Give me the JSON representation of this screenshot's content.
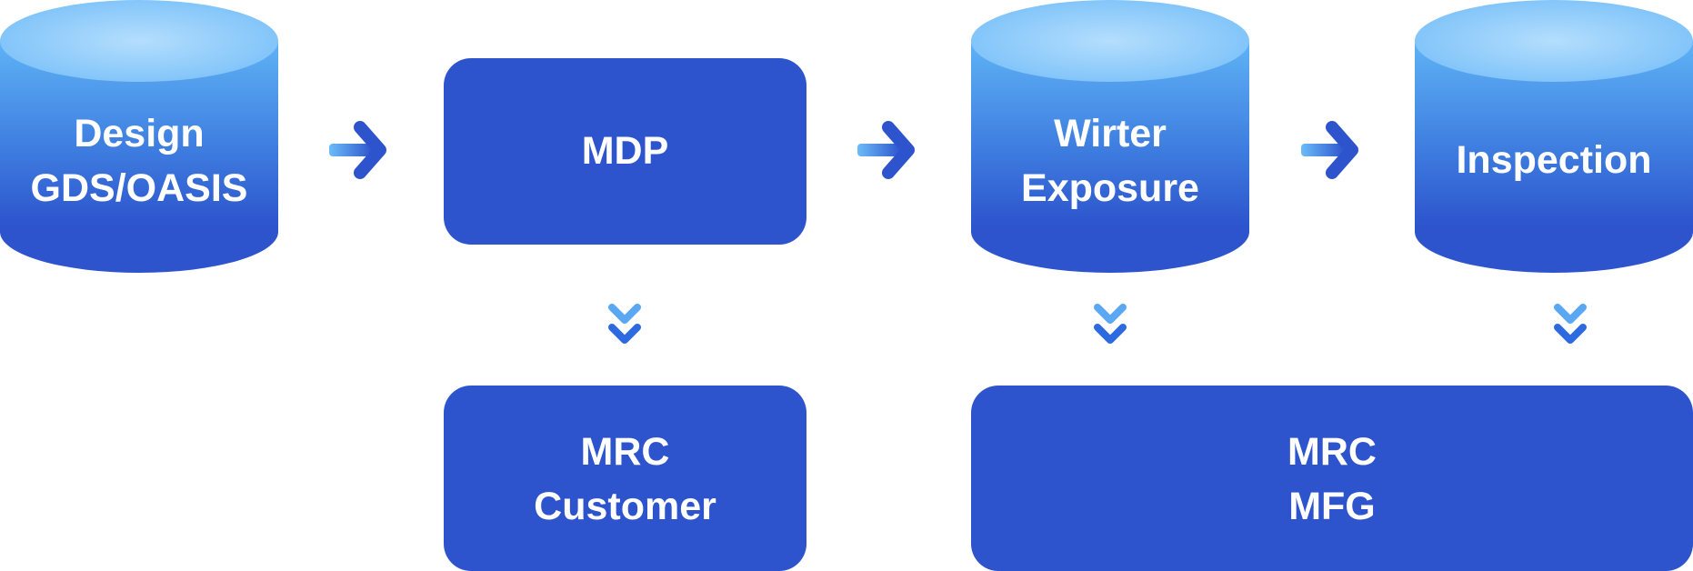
{
  "colors": {
    "box_fill": "#2D54CD",
    "cylinder_top": "#8AC9FA",
    "cylinder_body_top": "#4F9BEC",
    "cylinder_body_bottom": "#2D54CD",
    "arrow_light": "#63B4F7",
    "arrow_dark": "#2D54CD",
    "text": "#FFFFFF"
  },
  "nodes": {
    "design": {
      "line1": "Design",
      "line2": "GDS/OASIS"
    },
    "mdp": {
      "line1": "MDP"
    },
    "writer": {
      "line1": "Wirter",
      "line2": "Exposure"
    },
    "inspection": {
      "line1": "Inspection"
    },
    "mrc_customer": {
      "line1": "MRC",
      "line2": "Customer"
    },
    "mrc_mfg": {
      "line1": "MRC",
      "line2": "MFG"
    }
  },
  "icons": {
    "right_arrow": "arrow-right-icon",
    "down_chevrons": "double-chevron-down-icon"
  }
}
